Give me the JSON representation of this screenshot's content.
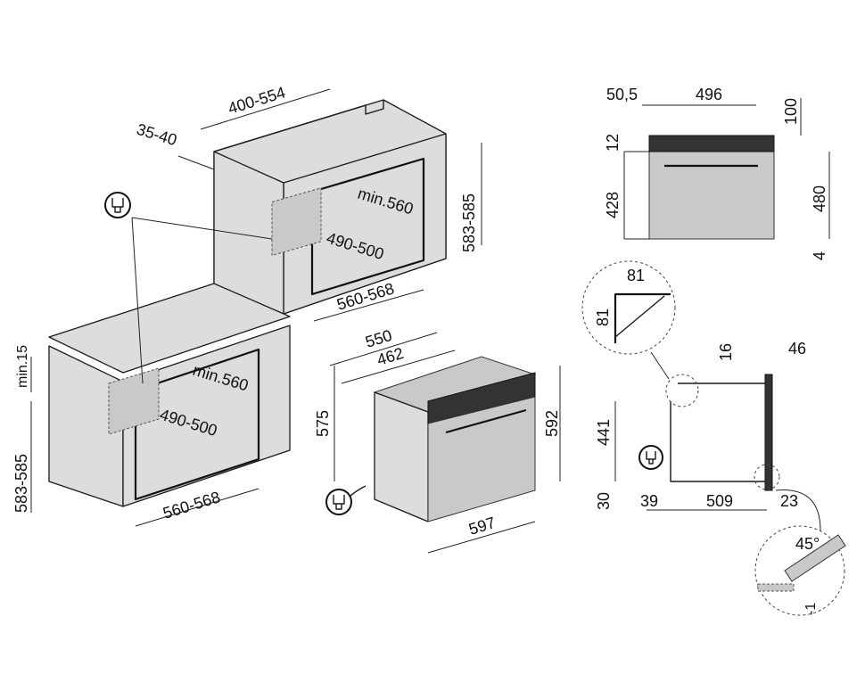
{
  "dimensions": {
    "wall_depth_range": "400-554",
    "wall_offset_range": "35-40",
    "wall_cavity_height": "583-585",
    "wall_cavity_min_depth": "min.560",
    "wall_cavity_depth": "490-500",
    "wall_cavity_width": "560-568",
    "under_counter_clearance": "min.15",
    "under_cavity_height": "583-585",
    "under_cavity_min_depth": "min.560",
    "under_cavity_depth": "490-500",
    "under_cavity_width": "560-568",
    "oven_total_depth": "550",
    "oven_body_depth": "462",
    "oven_body_height": "575",
    "oven_front_height": "592",
    "oven_front_width": "597",
    "top_view_offset": "50,5",
    "top_view_width": "496",
    "top_view_clearance": "100",
    "top_view_panel": "12",
    "top_view_body_height": "428",
    "top_view_total_height": "480",
    "top_view_gap": "4",
    "detail_chamfer_w": "81",
    "detail_chamfer_h": "81",
    "side_top_gap": "16",
    "side_handle": "46",
    "side_body_height": "441",
    "side_base": "30",
    "side_front_offset": "39",
    "side_depth": "509",
    "side_door": "23",
    "detail_angle": "45°",
    "detail_step": "-1"
  },
  "icons": [
    "plug-icon",
    "plug-icon",
    "plug-icon"
  ]
}
